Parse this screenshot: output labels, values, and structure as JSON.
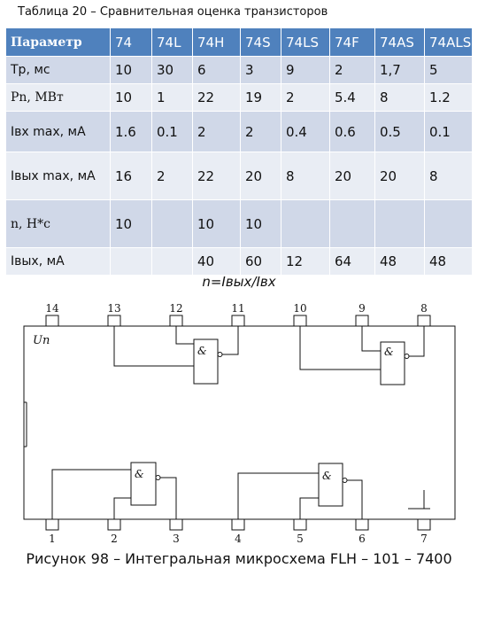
{
  "table_caption": "Таблица 20 – Сравнительная оценка транзисторов",
  "table": {
    "headers": [
      "Параметр",
      "74",
      "74L",
      "74H",
      "74S",
      "74LS",
      "74F",
      "74AS",
      "74ALS"
    ],
    "rows": [
      [
        "Tp, мс",
        "10",
        "30",
        "6",
        "3",
        "9",
        "2",
        "1,7",
        "5"
      ],
      [
        "Pn, МВт",
        "10",
        "1",
        "22",
        "19",
        "2",
        "5.4",
        "8",
        "1.2"
      ],
      [
        "Iвх max, мА",
        "1.6",
        "0.1",
        "2",
        "2",
        "0.4",
        "0.6",
        "0.5",
        "0.1"
      ],
      [
        "Iвых max, мА",
        "16",
        "2",
        "22",
        "20",
        "8",
        "20",
        "20",
        "8"
      ],
      [
        "n, Н*с",
        "10",
        "",
        "10",
        "10",
        "",
        "",
        "",
        ""
      ],
      [
        "Iвых, мА",
        "",
        "",
        "40",
        "60",
        "12",
        "64",
        "48",
        "48"
      ]
    ]
  },
  "formula": "n=Iвых/Iвх",
  "circuit": {
    "top_pins": [
      "14",
      "13",
      "12",
      "11",
      "10",
      "9",
      "8"
    ],
    "bottom_pins": [
      "1",
      "2",
      "3",
      "4",
      "5",
      "6",
      "7"
    ],
    "supply_label": "Uп",
    "gate_label": "&"
  },
  "figure_caption": "Рисунок 98 – Интегральная микросхема FLH – 101 – 7400"
}
